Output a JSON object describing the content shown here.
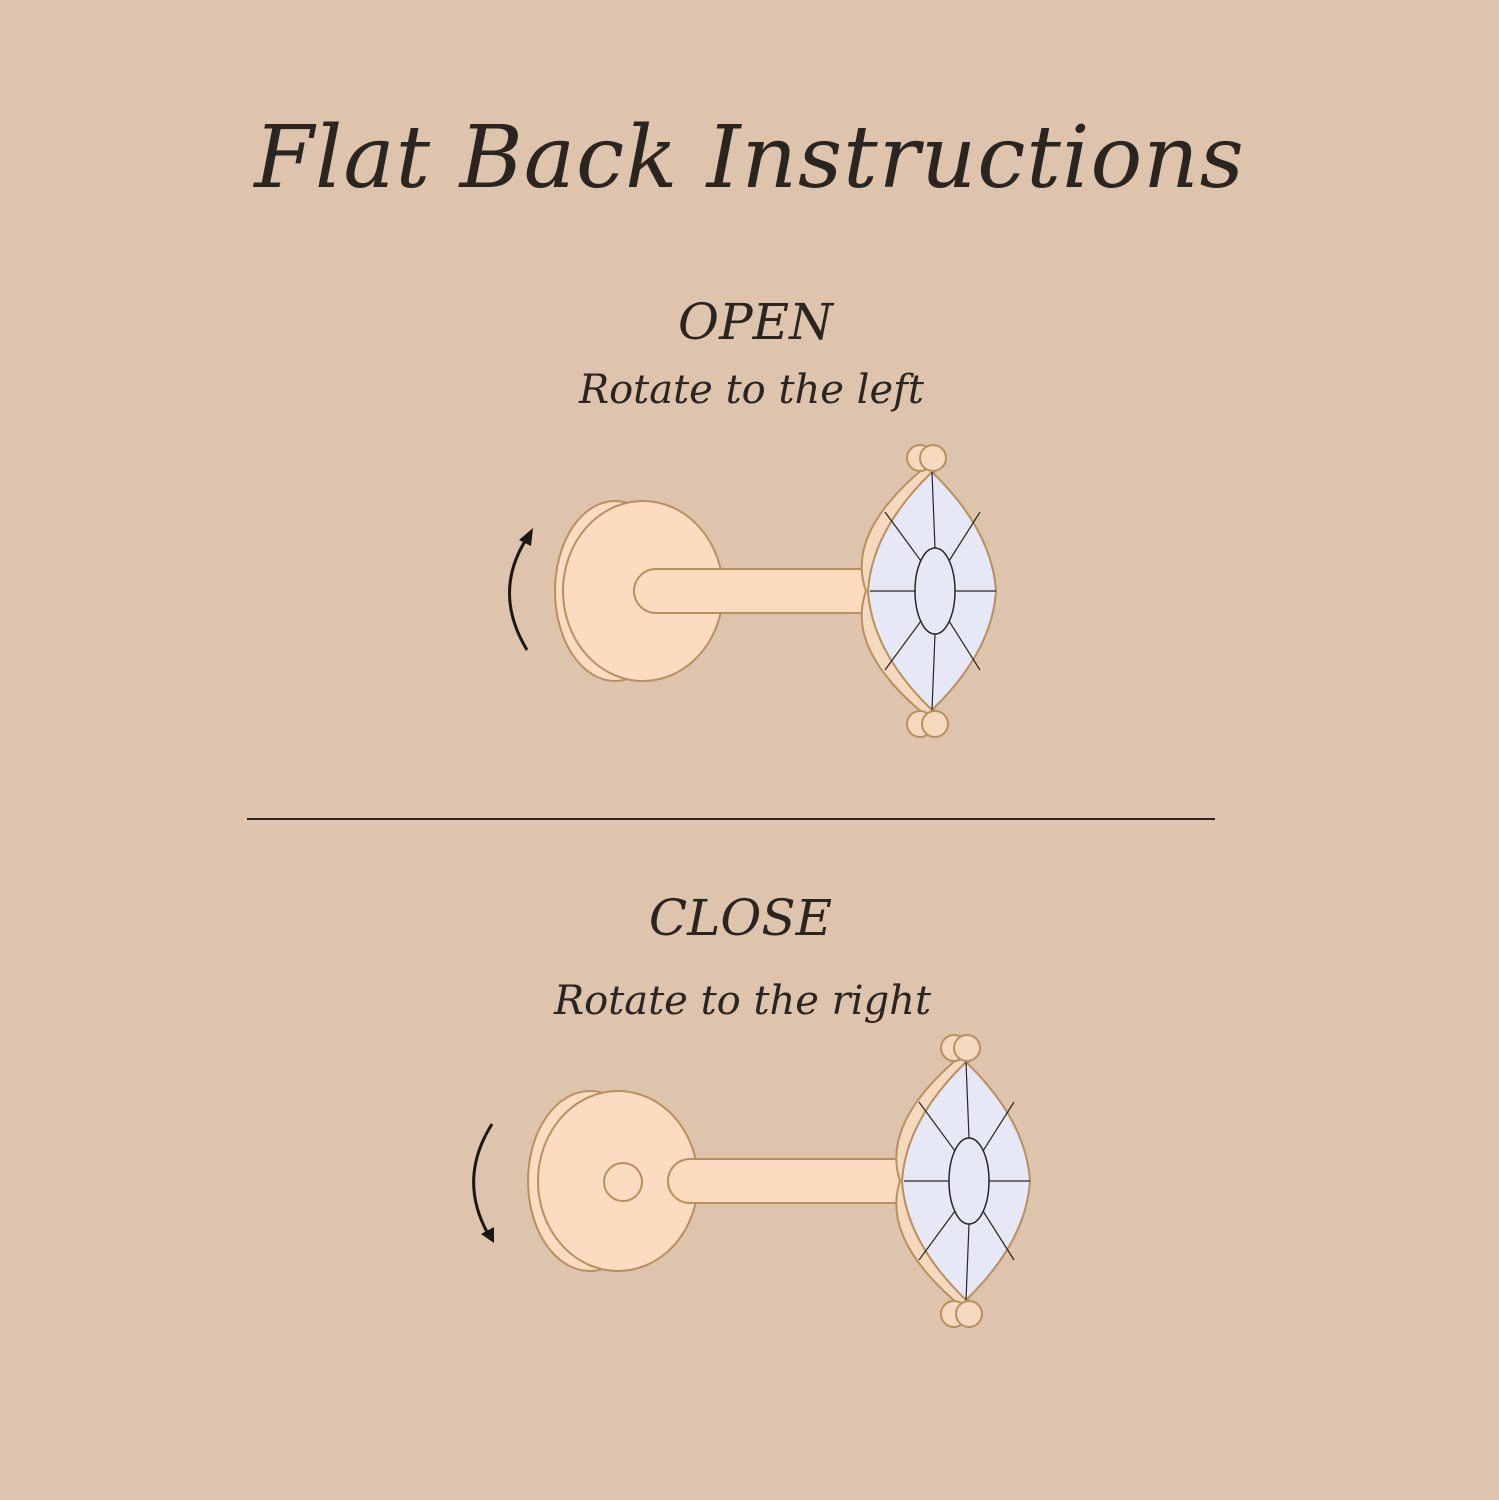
{
  "title": "Flat Back Instructions",
  "open": {
    "heading": "OPEN",
    "instruction": "Rotate to the left"
  },
  "close": {
    "heading": "CLOSE",
    "instruction": "Rotate to the right"
  },
  "colors": {
    "background": "#dfc4ad",
    "metal": "#fbdcc0",
    "outline": "#b8905f",
    "gem": "#e6e8f6",
    "text": "#2a2520"
  },
  "icons": [
    "counterclockwise-arrow-icon",
    "clockwise-arrow-icon"
  ]
}
